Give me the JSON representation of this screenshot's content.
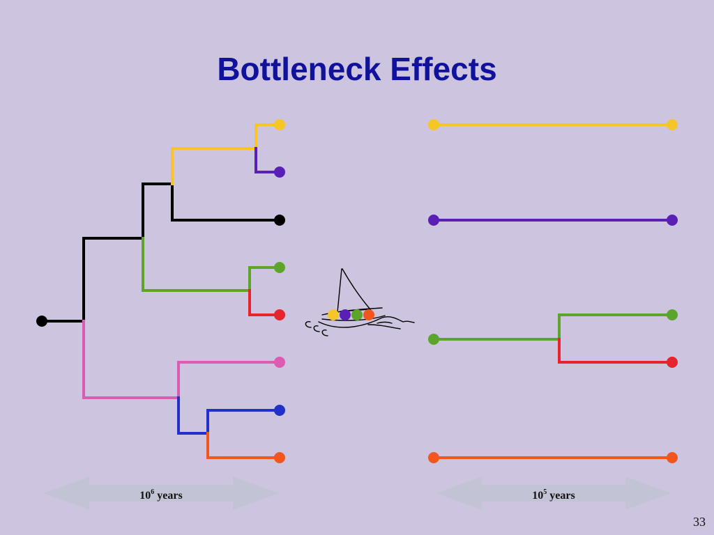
{
  "slide": {
    "title": "Bottleneck Effects",
    "page_number": "33"
  },
  "left_scale": {
    "base": "10",
    "exponent": "6",
    "unit": " years"
  },
  "right_scale": {
    "base": "10",
    "exponent": "5",
    "unit": " years"
  },
  "colors": {
    "background": "#cdc5df",
    "title": "#10129c",
    "yellow": "#f5c52a",
    "purple": "#5a1fb5",
    "black": "#000000",
    "green": "#5da52a",
    "red": "#e5242c",
    "pink": "#dc5cb1",
    "blue": "#2130c8",
    "orange": "#f2561f",
    "arrow": "#c3c3d6"
  },
  "icons": {
    "boat": "sailboat-icon"
  }
}
